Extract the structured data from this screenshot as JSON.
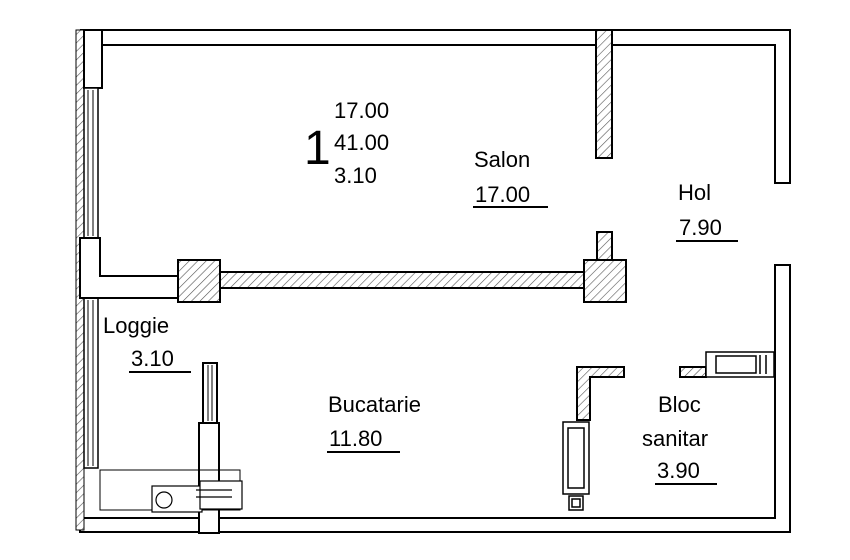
{
  "apartment": {
    "rooms_count": "1",
    "living_area": "17.00",
    "total_area": "41.00",
    "loggia_area": "3.10"
  },
  "rooms": {
    "salon": {
      "name": "Salon",
      "area": "17.00"
    },
    "hol": {
      "name": "Hol",
      "area": "7.90"
    },
    "loggie": {
      "name": "Loggie",
      "area": "3.10"
    },
    "bucatarie": {
      "name": "Bucatarie",
      "area": "11.80"
    },
    "bloc_sanitar": {
      "name_line1": "Bloc",
      "name_line2": "sanitar",
      "area": "3.90"
    }
  },
  "colors": {
    "wall": "#000000",
    "hatch": "#555555",
    "background": "#ffffff"
  }
}
